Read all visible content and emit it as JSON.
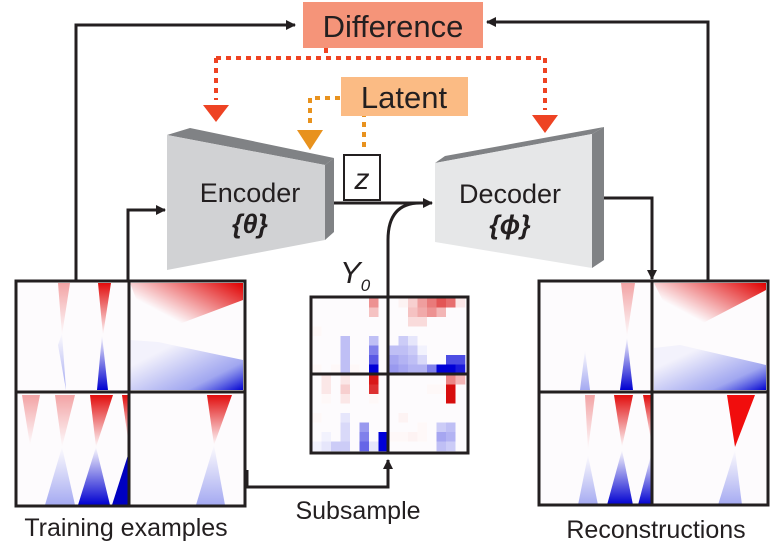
{
  "labels": {
    "difference": "Difference",
    "latent": "Latent",
    "z": "z",
    "encoder_title": "Encoder",
    "encoder_params": "{θ}",
    "decoder_title": "Decoder",
    "decoder_params": "{ϕ}",
    "y0_main": "Y",
    "y0_sub": "0",
    "subsample": "Subsample",
    "training_examples": "Training examples",
    "reconstructions": "Reconstructions"
  },
  "colors": {
    "difference_box": "#f59479",
    "latent_box": "#fbbb84",
    "difference_arrow": "#ee4323",
    "latent_arrow": "#e8921e",
    "encoder_face": "#d1d2d4",
    "decoder_face": "#e6e7e8",
    "block_side": "#808285",
    "line": "#231f20",
    "heat_red": "#e00000",
    "heat_blue": "#0000d0"
  },
  "y0_grid": {
    "note": "8x8 signed values per quadrant (-1 blue .. +1 red)",
    "quadrants": [
      [
        [
          0,
          0,
          0,
          0,
          0,
          0,
          0.45,
          0
        ],
        [
          0,
          0,
          0,
          0,
          0,
          0,
          0.25,
          0
        ],
        [
          0,
          0,
          0,
          0,
          0,
          0,
          0,
          0
        ],
        [
          0.03,
          0,
          0,
          0,
          0,
          0,
          0,
          0
        ],
        [
          0,
          0,
          0,
          -0.25,
          0,
          0,
          -0.25,
          0
        ],
        [
          0,
          0,
          0,
          -0.25,
          0,
          0,
          -0.5,
          0
        ],
        [
          0,
          0,
          0,
          -0.25,
          0,
          0,
          -0.65,
          0
        ],
        [
          0.03,
          0,
          0.03,
          -0.25,
          0.03,
          0,
          -1,
          0
        ]
      ],
      [
        [
          0,
          0.05,
          0.2,
          0.4,
          0.55,
          0.7,
          0.6,
          0.1
        ],
        [
          0,
          0,
          0.25,
          0.35,
          0.45,
          0.3,
          0,
          0
        ],
        [
          0,
          0,
          0.15,
          0.15,
          0,
          0,
          0,
          0
        ],
        [
          0,
          0,
          0,
          0,
          0,
          0,
          0,
          0
        ],
        [
          0,
          -0.2,
          -0.1,
          0,
          0,
          0,
          0,
          0
        ],
        [
          -0.25,
          -0.25,
          -0.2,
          -0.05,
          0,
          0,
          0,
          0
        ],
        [
          -0.35,
          -0.3,
          -0.25,
          -0.15,
          0,
          0,
          -0.7,
          -0.7
        ],
        [
          -0.4,
          -0.35,
          -0.3,
          -0.3,
          -0.5,
          -1,
          -1,
          -0.9
        ]
      ],
      [
        [
          0,
          0.1,
          0,
          0.1,
          0,
          0,
          0.95,
          0
        ],
        [
          0,
          0.1,
          0,
          0.2,
          0,
          0,
          0.85,
          0
        ],
        [
          0,
          0.03,
          0,
          0.1,
          0,
          0,
          0.03,
          0
        ],
        [
          0,
          0,
          0,
          0,
          0,
          0,
          0,
          0
        ],
        [
          0.03,
          0,
          0,
          -0.1,
          0,
          0,
          0,
          0
        ],
        [
          0,
          0,
          0,
          -0.15,
          0,
          -0.4,
          0,
          0
        ],
        [
          0,
          -0.05,
          0,
          -0.15,
          0,
          -0.5,
          0,
          -1
        ],
        [
          -0.05,
          -0.1,
          -0.2,
          -0.2,
          0,
          -0.6,
          -0.1,
          -1
        ]
      ],
      [
        [
          0,
          0,
          0,
          0,
          0,
          0,
          0.5,
          0.3
        ],
        [
          0,
          0,
          0,
          0,
          0.03,
          0.03,
          1.1,
          0
        ],
        [
          0,
          0,
          0,
          0,
          0,
          0,
          1.1,
          0
        ],
        [
          0,
          0,
          0,
          0,
          0,
          0,
          0,
          0
        ],
        [
          0,
          0.05,
          0,
          0,
          0,
          0,
          0,
          0
        ],
        [
          0,
          0,
          0,
          0.03,
          0,
          -0.2,
          -0.25,
          0
        ],
        [
          0.03,
          0.03,
          0.05,
          0.03,
          0,
          -0.35,
          -0.3,
          0
        ],
        [
          0,
          0,
          0,
          0,
          0,
          -0.25,
          -0.2,
          0
        ]
      ]
    ]
  }
}
